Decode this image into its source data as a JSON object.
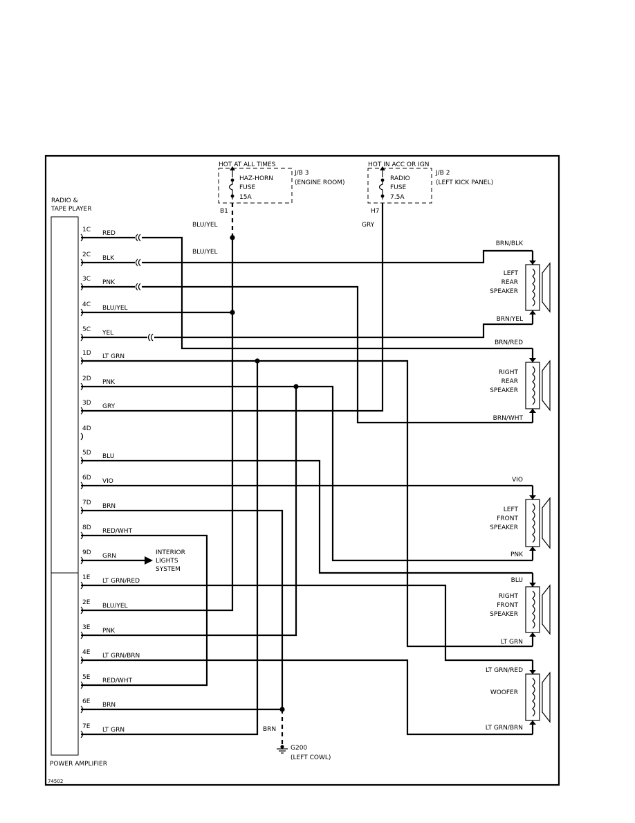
{
  "diagram_id": "74502",
  "radio_label_1": "RADIO &",
  "radio_label_2": "TAPE PLAYER",
  "amp_label": "POWER AMPLIFIER",
  "fuse_left": {
    "hot_label": "HOT AT ALL TIMES",
    "fuse_line1": "HAZ-HORN",
    "fuse_line2": "FUSE",
    "fuse_rating": "15A",
    "jb_line1": "J/B 3",
    "jb_line2": "(ENGINE ROOM)",
    "terminal": "B1",
    "wire_color_1": "BLU/YEL",
    "wire_color_2": "BLU/YEL"
  },
  "fuse_right": {
    "hot_label": "HOT IN ACC OR IGN",
    "fuse_line1": "RADIO",
    "fuse_line2": "FUSE",
    "fuse_rating": "7.5A",
    "jb_line1": "J/B 2",
    "jb_line2": "(LEFT KICK PANEL)",
    "terminal": "H7",
    "wire_color": "GRY"
  },
  "pins": [
    {
      "pin": "1C",
      "color": "RED"
    },
    {
      "pin": "2C",
      "color": "BLK"
    },
    {
      "pin": "3C",
      "color": "PNK"
    },
    {
      "pin": "4C",
      "color": "BLU/YEL"
    },
    {
      "pin": "5C",
      "color": "YEL"
    },
    {
      "pin": "1D",
      "color": "LT GRN"
    },
    {
      "pin": "2D",
      "color": "PNK"
    },
    {
      "pin": "3D",
      "color": "GRY"
    },
    {
      "pin": "4D",
      "color": ""
    },
    {
      "pin": "5D",
      "color": "BLU"
    },
    {
      "pin": "6D",
      "color": "VIO"
    },
    {
      "pin": "7D",
      "color": "BRN"
    },
    {
      "pin": "8D",
      "color": "RED/WHT"
    },
    {
      "pin": "9D",
      "color": "GRN"
    },
    {
      "pin": "1E",
      "color": "LT GRN/RED"
    },
    {
      "pin": "2E",
      "color": "BLU/YEL"
    },
    {
      "pin": "3E",
      "color": "PNK"
    },
    {
      "pin": "4E",
      "color": "LT GRN/BRN"
    },
    {
      "pin": "5E",
      "color": "RED/WHT"
    },
    {
      "pin": "6E",
      "color": "BRN"
    },
    {
      "pin": "7E",
      "color": "LT GRN"
    }
  ],
  "interior_lights": [
    "INTERIOR",
    "LIGHTS",
    "SYSTEM"
  ],
  "speakers": [
    {
      "name_lines": [
        "LEFT",
        "REAR",
        "SPEAKER"
      ],
      "top_wire": "BRN/BLK",
      "bottom_wire": "BRN/YEL"
    },
    {
      "name_lines": [
        "RIGHT",
        "REAR",
        "SPEAKER"
      ],
      "top_wire": "BRN/RED",
      "bottom_wire": "BRN/WHT"
    },
    {
      "name_lines": [
        "LEFT",
        "FRONT",
        "SPEAKER"
      ],
      "top_wire": "VIO",
      "bottom_wire": "PNK"
    },
    {
      "name_lines": [
        "RIGHT",
        "FRONT",
        "SPEAKER"
      ],
      "top_wire": "BLU",
      "bottom_wire": "LT GRN"
    },
    {
      "name_lines": [
        "WOOFER"
      ],
      "top_wire": "LT GRN/RED",
      "bottom_wire": "LT GRN/BRN"
    }
  ],
  "ground": {
    "wire_color": "BRN",
    "id": "G200",
    "location": "(LEFT COWL)"
  }
}
